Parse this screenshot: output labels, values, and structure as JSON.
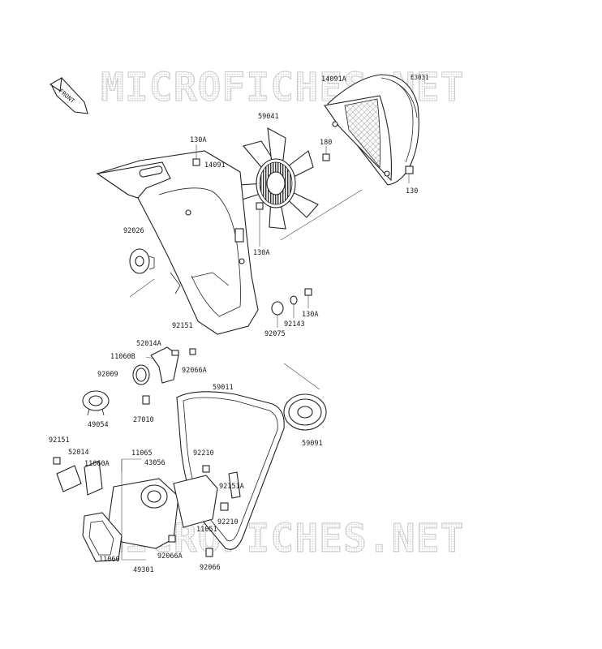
{
  "diagram_code": "E3031",
  "front_label": "FRONT",
  "watermark_text": "MICROFICHES.NET",
  "colors": {
    "ink": "#222222",
    "watermark": "#c9c9c9",
    "background": "#ffffff"
  },
  "parts": [
    {
      "id": "p14091A",
      "label": "14091A"
    },
    {
      "id": "p59041",
      "label": "59041"
    },
    {
      "id": "p130A_top",
      "label": "130A"
    },
    {
      "id": "p14091",
      "label": "14091"
    },
    {
      "id": "p180",
      "label": "180"
    },
    {
      "id": "p130",
      "label": "130"
    },
    {
      "id": "p92026",
      "label": "92026"
    },
    {
      "id": "p130A_mid",
      "label": "130A"
    },
    {
      "id": "p92075",
      "label": "92075"
    },
    {
      "id": "p92143",
      "label": "92143"
    },
    {
      "id": "p130A_low",
      "label": "130A"
    },
    {
      "id": "p92151_top",
      "label": "92151"
    },
    {
      "id": "p52014A",
      "label": "52014A"
    },
    {
      "id": "p11060B",
      "label": "11060B"
    },
    {
      "id": "p92066A_top",
      "label": "92066A"
    },
    {
      "id": "p92009",
      "label": "92009"
    },
    {
      "id": "p59011",
      "label": "59011"
    },
    {
      "id": "p27010",
      "label": "27010"
    },
    {
      "id": "p49054",
      "label": "49054"
    },
    {
      "id": "p59091",
      "label": "59091"
    },
    {
      "id": "p92151_left",
      "label": "92151"
    },
    {
      "id": "p52014",
      "label": "52014"
    },
    {
      "id": "p11065",
      "label": "11065"
    },
    {
      "id": "p43056",
      "label": "43056"
    },
    {
      "id": "p92210_top",
      "label": "92210"
    },
    {
      "id": "p11060A",
      "label": "11060A"
    },
    {
      "id": "p92151A",
      "label": "92151A"
    },
    {
      "id": "p92210_low",
      "label": "92210"
    },
    {
      "id": "p11051",
      "label": "11051"
    },
    {
      "id": "p11060",
      "label": "11060"
    },
    {
      "id": "p92066A_low",
      "label": "92066A"
    },
    {
      "id": "p92066",
      "label": "92066"
    },
    {
      "id": "p49301",
      "label": "49301"
    }
  ]
}
